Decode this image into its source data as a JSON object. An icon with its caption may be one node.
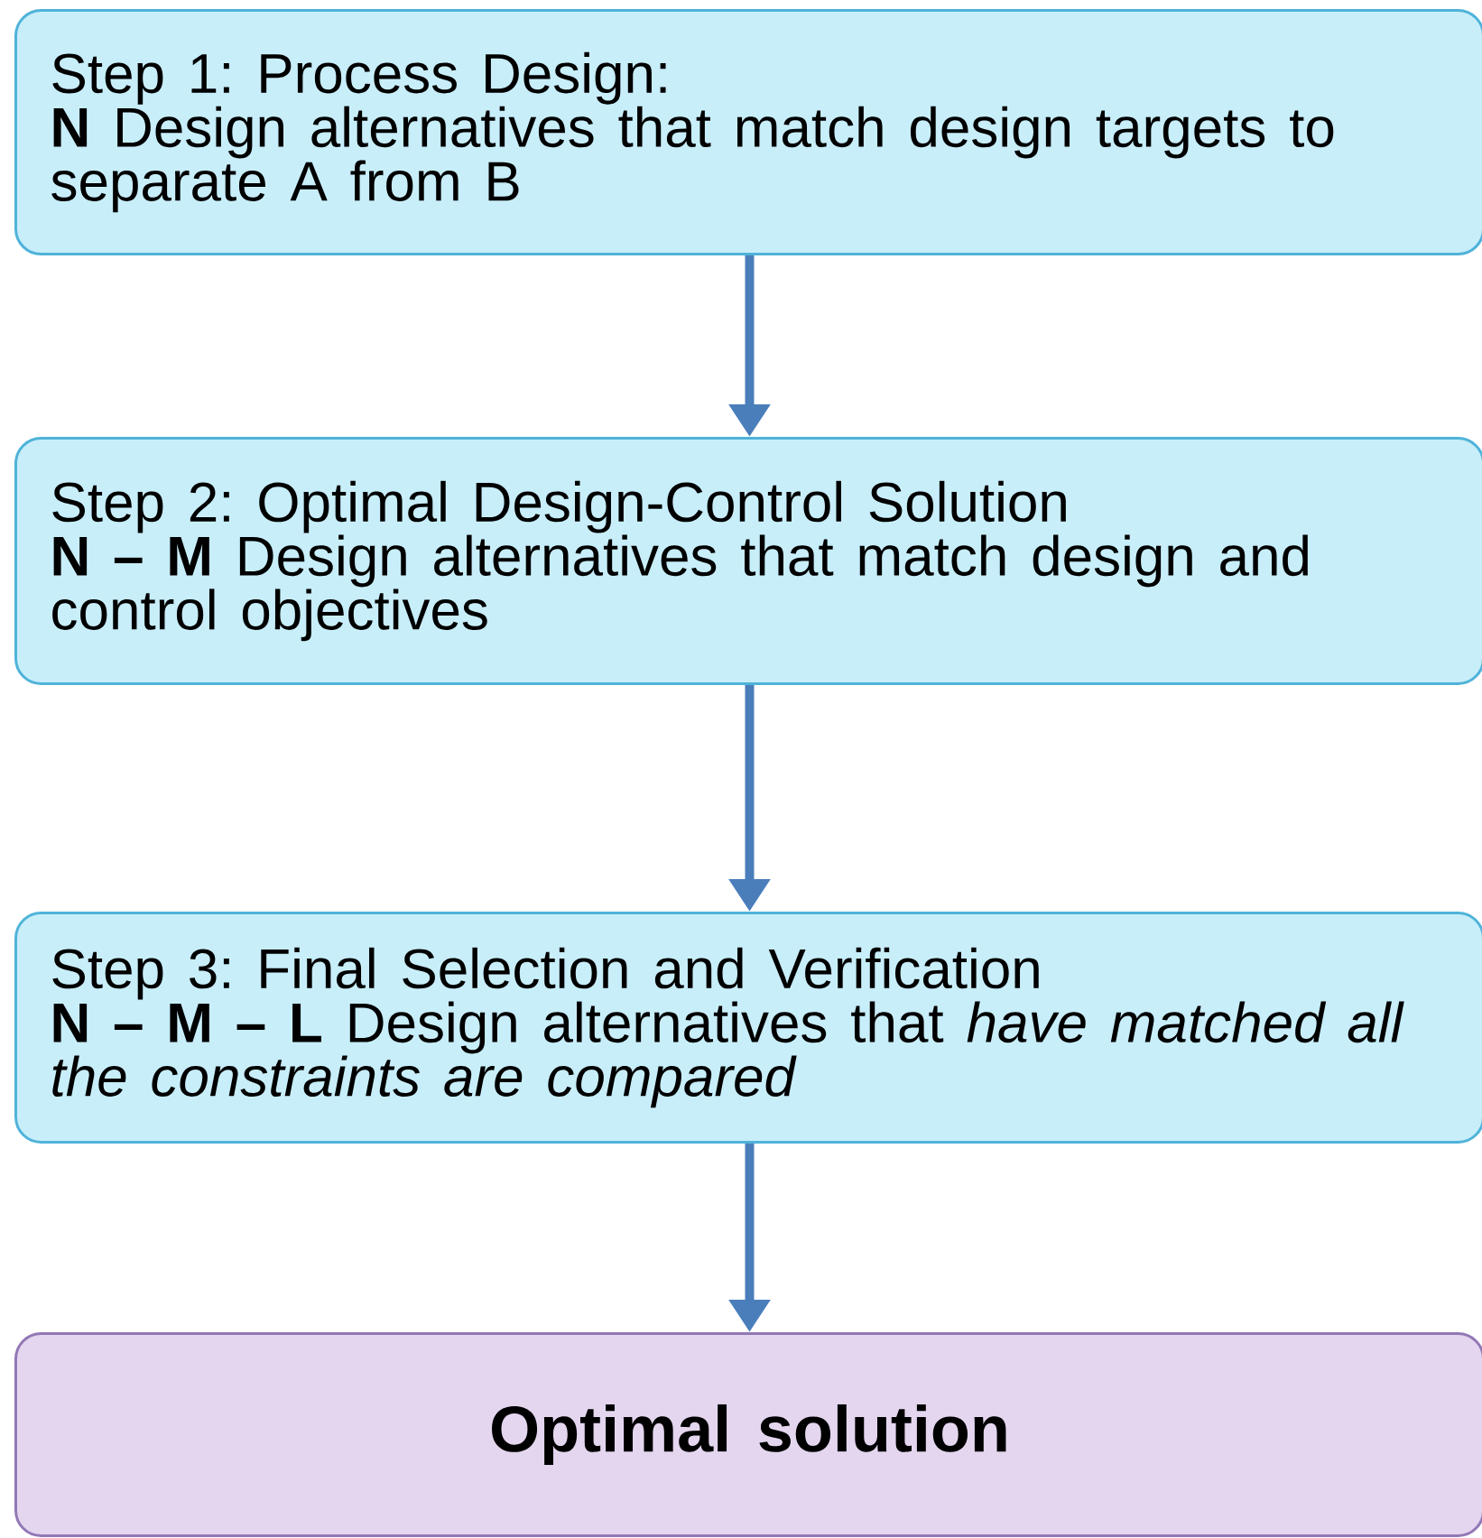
{
  "diagram": {
    "nodes": [
      {
        "text": [
          "Step 1: Process Design:",
          "**N** Design alternatives that match design targets to separate A from B"
        ]
      },
      {
        "text": [
          "Step 2: Optimal Design-Control Solution",
          "**N – M** Design alternatives that match design and control objectives"
        ]
      },
      {
        "text": [
          "Step 3: Final Selection and Verification",
          "**N – M – L** Design alternatives that *have matched all the constraints are compared*"
        ]
      },
      {
        "text": [
          "Optimal solution"
        ]
      }
    ],
    "edges": [
      {
        "from": 0,
        "to": 1,
        "arrow": "to"
      },
      {
        "from": 1,
        "to": 2,
        "arrow": "to"
      },
      {
        "from": 2,
        "to": 3,
        "arrow": "to"
      }
    ]
  }
}
